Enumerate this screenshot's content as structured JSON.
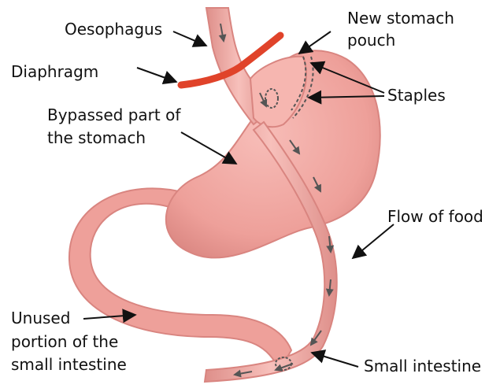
{
  "labels": {
    "oesophagus": "Oesophagus",
    "new_pouch_line1": "New stomach",
    "new_pouch_line2": "pouch",
    "diaphragm": "Diaphragm",
    "staples": "Staples",
    "bypassed_line1": "Bypassed part of",
    "bypassed_line2": "the stomach",
    "flow": "Flow of food",
    "unused_line1": "Unused",
    "unused_line2": "portion of the",
    "unused_line3": "small intestine",
    "small_intestine": "Small intestine"
  },
  "colors": {
    "tissue": "#f2a5a0",
    "tissue_dark": "#d98580",
    "tissue_shadow": "#c9736f",
    "diaphragm": "#e0432a",
    "arrow": "#111111",
    "staple": "#555555"
  }
}
